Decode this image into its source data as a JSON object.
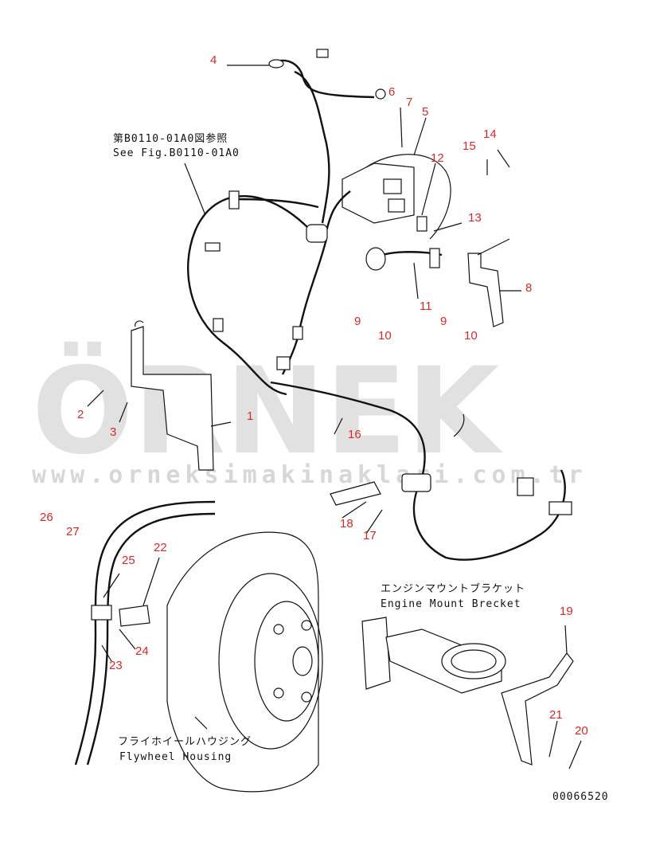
{
  "references": {
    "see_fig_jp": "第B0110-01A0図参照",
    "see_fig_en": "See Fig.B0110-01A0",
    "engine_mount_jp": "エンジンマウントブラケット",
    "engine_mount_en": "Engine Mount Brecket",
    "flywheel_jp": "フライホイールハウジング",
    "flywheel_en": "Flywheel Housing",
    "drawing_number": "00066520"
  },
  "watermark": {
    "brand": "ÖRNEK",
    "url": "www.orneksimakinaklari.com.tr"
  },
  "callouts": [
    "1",
    "2",
    "3",
    "4",
    "5",
    "6",
    "7",
    "8",
    "9",
    "9",
    "10",
    "10",
    "11",
    "12",
    "13",
    "14",
    "15",
    "16",
    "17",
    "18",
    "19",
    "20",
    "21",
    "22",
    "23",
    "24",
    "25",
    "26",
    "27"
  ],
  "colors": {
    "callout": "#d42a2a",
    "line": "#111111",
    "watermark": "#c9c9c9"
  }
}
